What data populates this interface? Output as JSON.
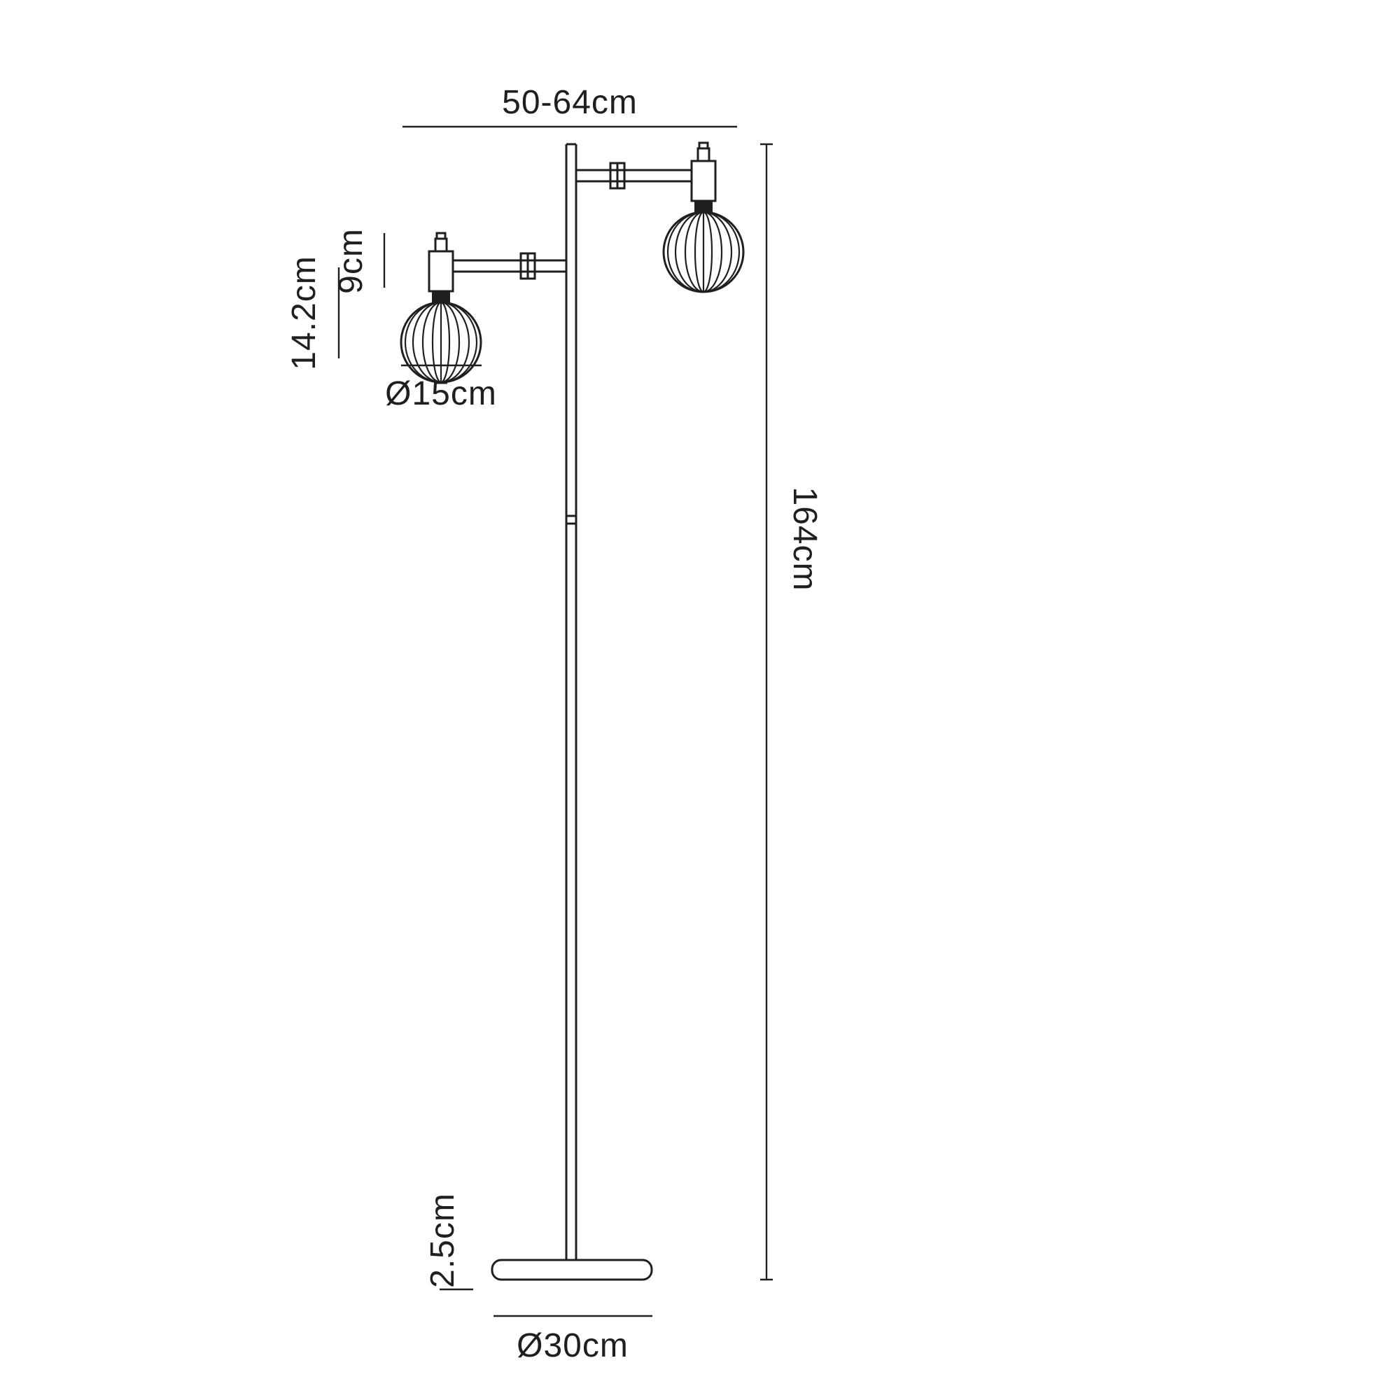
{
  "diagram": {
    "type": "technical-dimension-drawing",
    "subject": "two-light swing-arm floor lamp with ribbed globe shades",
    "background": "#ffffff",
    "line_color": "#1f1f1f",
    "labels": {
      "arm_spread": "50-64cm",
      "shade_height": "14.2cm",
      "lamp_holder_height": "9cm",
      "shade_diameter": "Ø15cm",
      "total_height": "164cm",
      "base_thickness": "2.5cm",
      "base_diameter": "Ø30cm"
    }
  }
}
